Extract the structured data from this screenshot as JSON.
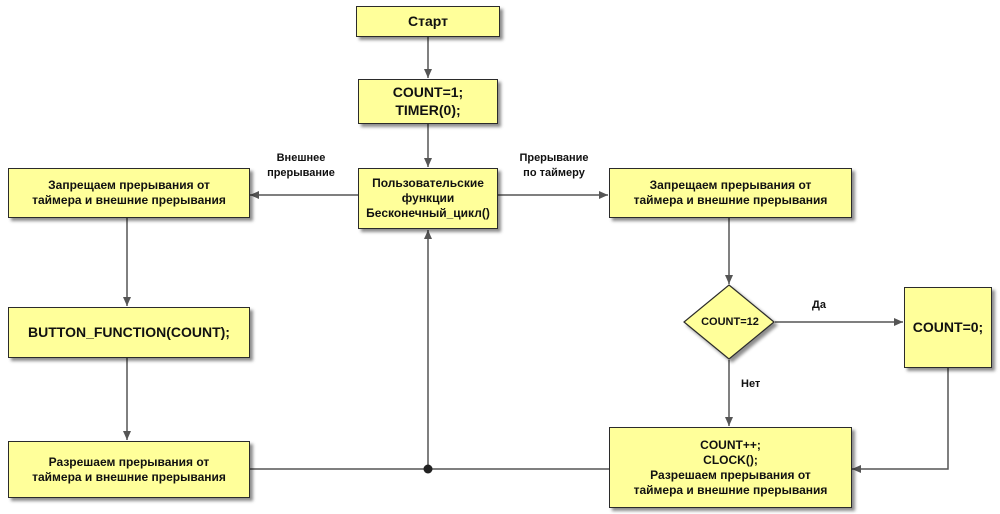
{
  "nodes": {
    "start": "Старт",
    "init": [
      "COUNT=1;",
      "TIMER(0);"
    ],
    "user_loop": [
      "Пользовательские",
      "функции",
      "Бесконечный_цикл()"
    ],
    "left_disable": [
      "Запрещаем прерывания от",
      "таймера и внешние прерывания"
    ],
    "button_function": "BUTTON_FUNCTION(COUNT);",
    "left_enable": [
      "Разрешаем прерывания от",
      "таймера и внешние прерывания"
    ],
    "right_disable": [
      "Запрещаем прерывания от",
      "таймера и внешние прерывания"
    ],
    "decision": "COUNT=12",
    "reset": "COUNT=0;",
    "right_enable": [
      "COUNT++;",
      "CLOCK();",
      "Разрешаем прерывания от",
      "таймера и внешние прерывания"
    ]
  },
  "labels": {
    "external_interrupt": [
      "Внешнее",
      "прерывание"
    ],
    "timer_interrupt": [
      "Прерывание",
      "по таймеру"
    ],
    "yes": "Да",
    "no": "Нет"
  },
  "colors": {
    "box_fill": "#ffff9a",
    "line": "#555555"
  }
}
